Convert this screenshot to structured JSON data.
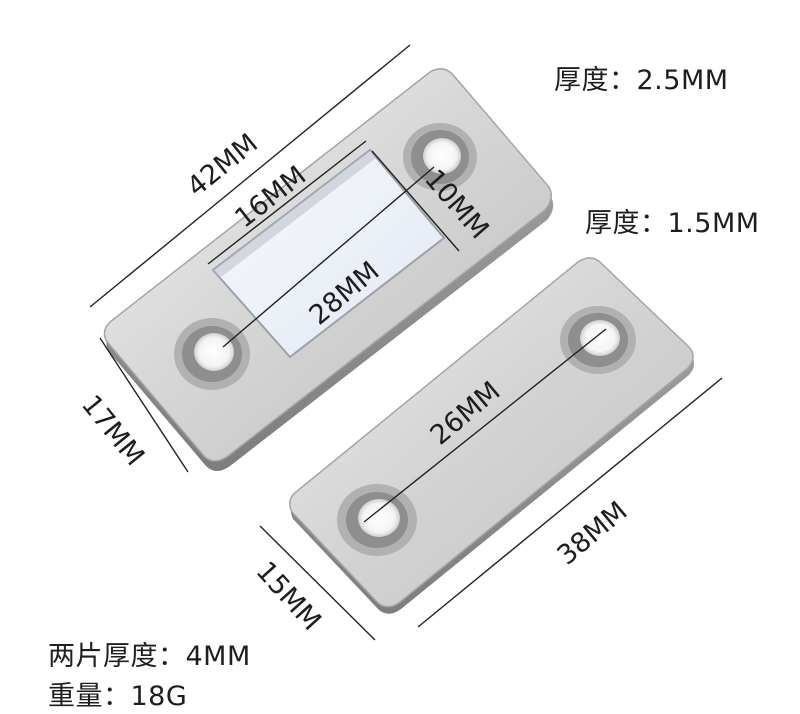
{
  "specs": {
    "upper_thickness": "厚度：2.5MM",
    "lower_thickness": "厚度：1.5MM",
    "pair_thickness": "两片厚度：4MM",
    "weight": "重量：18G"
  },
  "dimensions": {
    "upper_length": "42MM",
    "upper_width": "17MM",
    "magnet_width": "16MM",
    "magnet_length": "28MM",
    "hole_diameter": "10MM",
    "lower_length": "38MM",
    "lower_width": "15MM",
    "lower_hole_spacing": "26MM"
  },
  "colors": {
    "steel_light": "#e6e6e6",
    "steel_mid": "#c9c9c9",
    "steel_dark": "#9a9a9a",
    "magnet": "#eef3fb"
  }
}
